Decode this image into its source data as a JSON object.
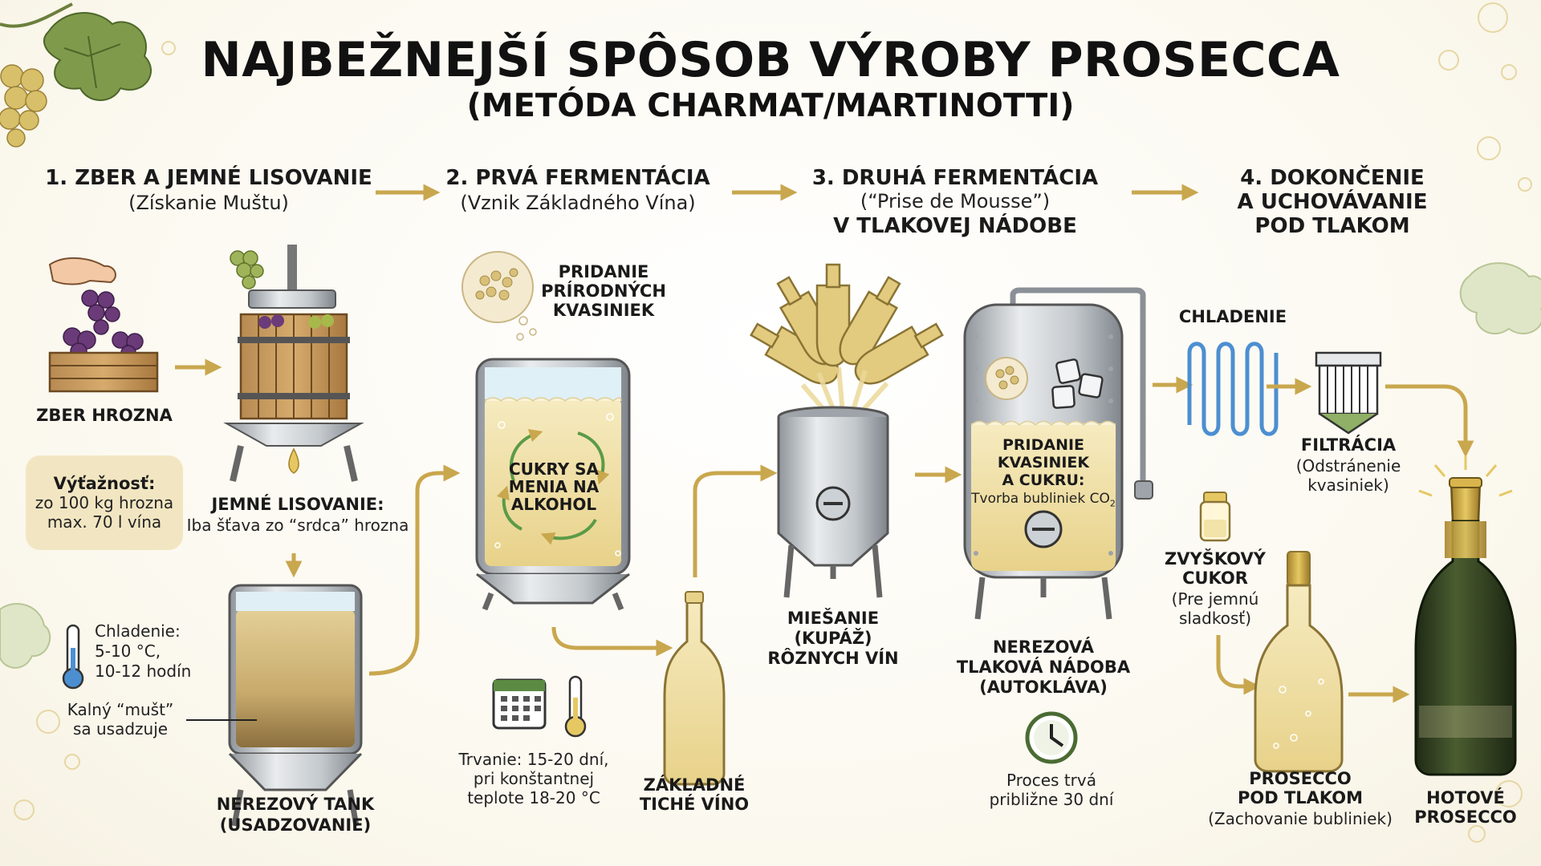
{
  "title": "NAJBEŽNEJŠÍ SPÔSOB VÝROBY PROSECCA",
  "subtitle": "(METÓDA CHARMAT/MARTINOTTI)",
  "steps": [
    {
      "title": "1. ZBER A JEMNÉ LISOVANIE",
      "subtitle": "(Získanie Muštu)"
    },
    {
      "title": "2. PRVÁ FERMENTÁCIA",
      "subtitle": "(Vznik Základného Vína)"
    },
    {
      "title": "3. DRUHÁ FERMENTÁCIA",
      "subtitle": "(“Prise de Mousse”)",
      "line3": "V TLAKOVEJ NÁDOBE"
    },
    {
      "title_lines": [
        "4. DOKONČENIE",
        "A UCHOVÁVANIE",
        "POD TLAKOM"
      ]
    }
  ],
  "labels": {
    "harvest": "ZBER HROZNA",
    "yield_title": "Výťažnosť:",
    "yield_l1": "zo 100 kg hrozna",
    "yield_l2": "max. 70 l vína",
    "press_title": "JEMNÉ LISOVANIE:",
    "press_sub": "Iba šťava zo “srdca” hrozna",
    "cooling_l1": "Chladenie:",
    "cooling_l2": "5-10 °C,",
    "cooling_l3": "10-12 hodín",
    "must_l1": "Kalný “mušt”",
    "must_l2": "sa usadzuje",
    "tank_l1": "NEREZOVÝ TANK",
    "tank_l2": "(USADZOVANIE)",
    "yeast_l1": "PRIDANIE",
    "yeast_l2": "PRÍRODNÝCH",
    "yeast_l3": "KVASINIEK",
    "sugars_l1": "CUKRY SA",
    "sugars_l2": "MENIA NA",
    "sugars_l3": "ALKOHOL",
    "duration_l1": "Trvanie: 15-20 dní,",
    "duration_l2": "pri konštantnej",
    "duration_l3": "teplote 18-20 °C",
    "base_l1": "ZÁKLADNÉ",
    "base_l2": "TICHÉ VÍNO",
    "blend_l1": "MIEŠANIE",
    "blend_l2": "(KUPÁŽ)",
    "blend_l3": "RÔZNYCH VÍN",
    "add2_l1": "PRIDANIE",
    "add2_l2": "KVASINIEK",
    "add2_l3": "A CUKRU:",
    "add2_l4": "Tvorba bubliniek CO",
    "add2_sub": "2",
    "autoclave_l1": "NEREZOVÁ",
    "autoclave_l2": "TLAKOVÁ NÁDOBA",
    "autoclave_l3": "(AUTOKLÁVA)",
    "process_l1": "Proces trvá",
    "process_l2": "približne 30 dní",
    "chill": "CHLADENIE",
    "filter_l1": "FILTRÁCIA",
    "filter_l2": "(Odstránenie",
    "filter_l3": "kvasiniek)",
    "dosage_l1": "ZVYŠKOVÝ",
    "dosage_l2": "CUKOR",
    "dosage_l3": "(Pre jemnú",
    "dosage_l4": "sladkosť)",
    "pressure_l1": "PROSECCO",
    "pressure_l2": "POD TLAKOM",
    "pressure_l3": "(Zachovanie bubliniek)",
    "final_l1": "HOTOVÉ",
    "final_l2": "PROSECCO"
  },
  "icons": [
    "grape-leaf-icon",
    "grapes-icon",
    "hand-icon",
    "crate-icon",
    "wine-press-icon",
    "thermometer-icon",
    "tank-icon",
    "yeast-bowl-icon",
    "fermentation-tank-icon",
    "calendar-icon",
    "wine-bottle-icon",
    "blending-tank-icon",
    "autoclave-icon",
    "ice-cubes-icon",
    "clock-icon",
    "cooling-coil-icon",
    "filter-icon",
    "sugar-vial-icon",
    "prosecco-bottle-icon",
    "champagne-bottle-icon"
  ],
  "colors": {
    "arrow": "#c9a74e",
    "steel": "#b9bec3",
    "wine": "#ecd99a",
    "must": "#cdb37a",
    "bottle_green": "#2e3b20",
    "gold": "#c9a03a",
    "grape_purple": "#6a3b78",
    "leaf_green": "#7f9a4b"
  }
}
